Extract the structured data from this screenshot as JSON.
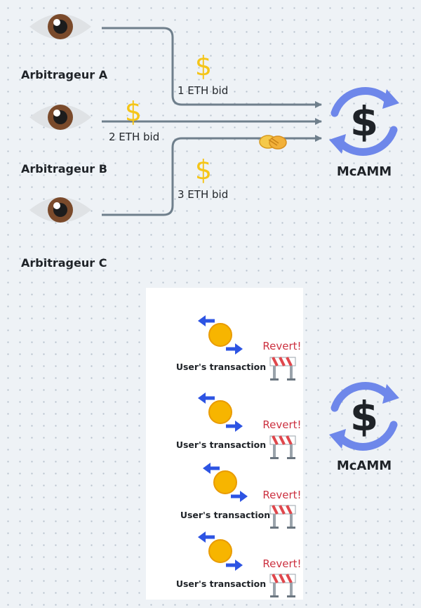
{
  "arbitrageurs": [
    {
      "label": "Arbitrageur A",
      "bid": "1 ETH bid"
    },
    {
      "label": "Arbitrageur B",
      "bid": "2 ETH bid"
    },
    {
      "label": "Arbitrageur C",
      "bid": "3 ETH bid"
    }
  ],
  "amm_top": {
    "label": "McAMM",
    "symbol": "$"
  },
  "amm_bottom": {
    "label": "McAMM",
    "symbol": "$"
  },
  "dollar_symbol": "$",
  "transactions": [
    {
      "label": "User's transaction",
      "status": "Revert!"
    },
    {
      "label": "User's transaction",
      "status": "Revert!"
    },
    {
      "label": "User's transaction",
      "status": "Revert!"
    },
    {
      "label": "User's transaction",
      "status": "Revert!"
    }
  ],
  "colors": {
    "line": "#6f7f8c",
    "amm_arrows": "#6e87ea",
    "revert": "#cc3140",
    "coin": "#f7b500",
    "dollar": "#f5c518",
    "swap_arrows": "#2d54e3"
  },
  "icons": [
    "eye-icon",
    "dollar-icon",
    "handshake-icon",
    "refresh-dollar-icon",
    "coin-icon",
    "swap-arrows-icon",
    "barrier-icon"
  ]
}
